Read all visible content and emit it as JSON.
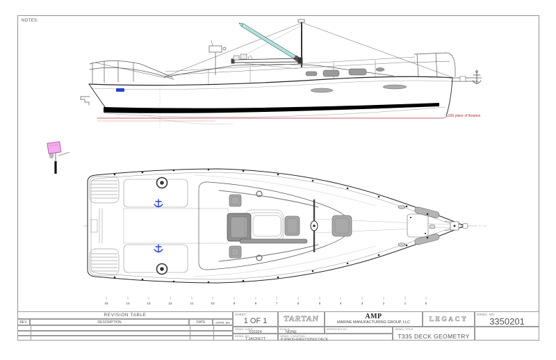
{
  "drawing": {
    "notes_label": "NOTES:",
    "waterline_label": "335 plane of flotation",
    "stations": [
      "15",
      "14",
      "13",
      "12",
      "11",
      "10",
      "9",
      "8",
      "7",
      "6",
      "5",
      "4",
      "3",
      "2",
      "1",
      "0"
    ],
    "colors": {
      "waterline_red": "#b03030",
      "pole_teal": "#2a7f7f",
      "flag_pink": "#f0aeea",
      "cleat_blue": "#2743cf",
      "hatch_gray": "#a9a9a9"
    }
  },
  "title_block": {
    "revision_table": {
      "title": "REVISION TABLE",
      "columns": [
        "REV.",
        "DESCRIPTION",
        "DATE",
        "APPR. BY"
      ]
    },
    "sheet": {
      "label": "SHEET:",
      "value": "1 OF 1"
    },
    "drwg_date": {
      "label": "DRWG. DATE:",
      "value": "010324"
    },
    "drwn_by": {
      "label": "DRWN. BY:",
      "value": "T JACKETT"
    },
    "tartan_logo": "TARTAN",
    "amp": {
      "logo": "AMP",
      "subtitle": "MARINE MANUFACTURING GROUP, LLC"
    },
    "legacy_logo": "LEGACY",
    "drwg_no": {
      "label": "DRWG. NO:",
      "value": "3350201"
    },
    "scale": {
      "label": "SCALE:",
      "value": "NONE"
    },
    "approved_by": {
      "label": "APPROVED BY:"
    },
    "drwg_location": {
      "label": "DRWG. LOCATION",
      "value": "P:\\PROD-ENG\\T335\\02 DECK"
    },
    "drwg_title": {
      "label": "DRWG. TITLE:",
      "value": "T335 DECK GEOMETRY"
    }
  }
}
